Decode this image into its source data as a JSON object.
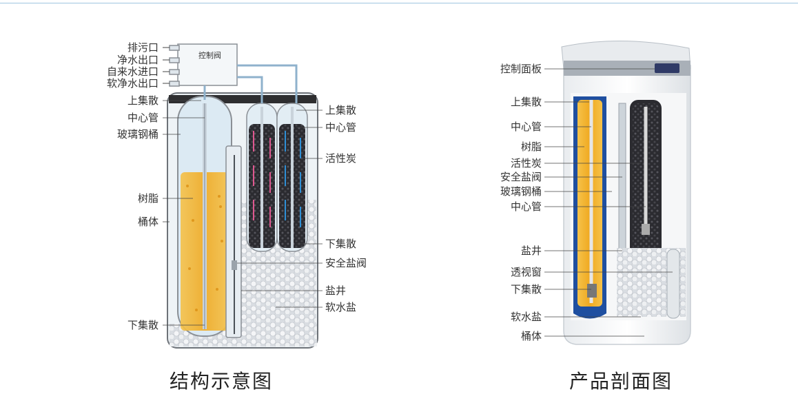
{
  "left": {
    "caption": "结构示意图",
    "valve_label": "控制阀",
    "ports": [
      "排污口",
      "净水出口",
      "自来水进口",
      "软净水出口"
    ],
    "left_labels": [
      "上集散",
      "中心管",
      "玻璃钢桶",
      "树脂",
      "桶体",
      "下集散"
    ],
    "right_labels": [
      "上集散",
      "中心管",
      "活性炭",
      "下集散",
      "安全盐阀",
      "盐井",
      "软水盐"
    ]
  },
  "right": {
    "caption": "产品剖面图",
    "labels": [
      "控制面板",
      "上集散",
      "中心管",
      "树脂",
      "活性炭",
      "安全盐阀",
      "玻璃钢桶",
      "中心管",
      "盐井",
      "透视窗",
      "下集散",
      "软水盐",
      "桶体"
    ]
  },
  "colors": {
    "accent": "#9ec4e0",
    "resin": "#f2b530",
    "tank_blue": "#1f4fa0",
    "carbon": "#2a2a2e"
  }
}
